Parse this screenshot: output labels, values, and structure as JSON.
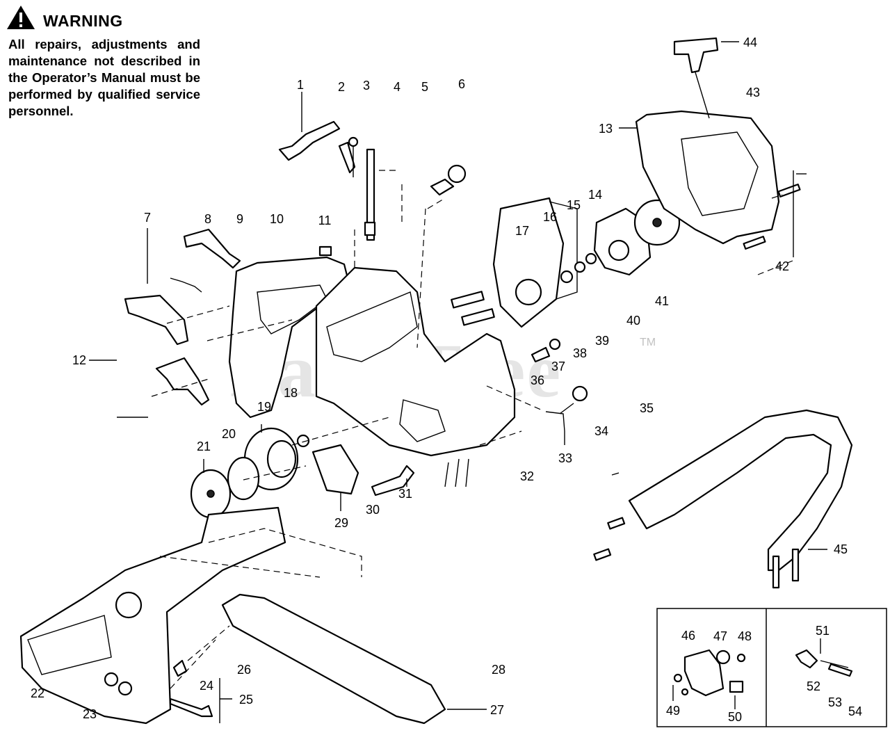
{
  "warning": {
    "title": "WARNING",
    "text": "All repairs, adjustments and maintenance not described in the Operator’s Manual must be performed by qualified service personnel."
  },
  "watermark": {
    "text": "PartsTree",
    "trademark": "TM"
  },
  "callouts": {
    "c1": "1",
    "c2": "2",
    "c3": "3",
    "c4": "4",
    "c5": "5",
    "c6": "6",
    "c7": "7",
    "c8": "8",
    "c9": "9",
    "c10": "10",
    "c11": "11",
    "c12": "12",
    "c13": "13",
    "c14": "14",
    "c15": "15",
    "c16": "16",
    "c17": "17",
    "c18": "18",
    "c19": "19",
    "c20": "20",
    "c21": "21",
    "c22": "22",
    "c23": "23",
    "c24": "24",
    "c25": "25",
    "c26": "26",
    "c27": "27",
    "c28": "28",
    "c29": "29",
    "c30": "30",
    "c31": "31",
    "c32": "32",
    "c33": "33",
    "c34": "34",
    "c35": "35",
    "c36": "36",
    "c37": "37",
    "c38": "38",
    "c39": "39",
    "c40": "40",
    "c41": "41",
    "c42": "42",
    "c43": "43",
    "c44": "44",
    "c45": "45",
    "c46": "46",
    "c47": "47",
    "c48": "48",
    "c49": "49",
    "c50": "50",
    "c51": "51",
    "c52": "52",
    "c53": "53",
    "c54": "54"
  }
}
